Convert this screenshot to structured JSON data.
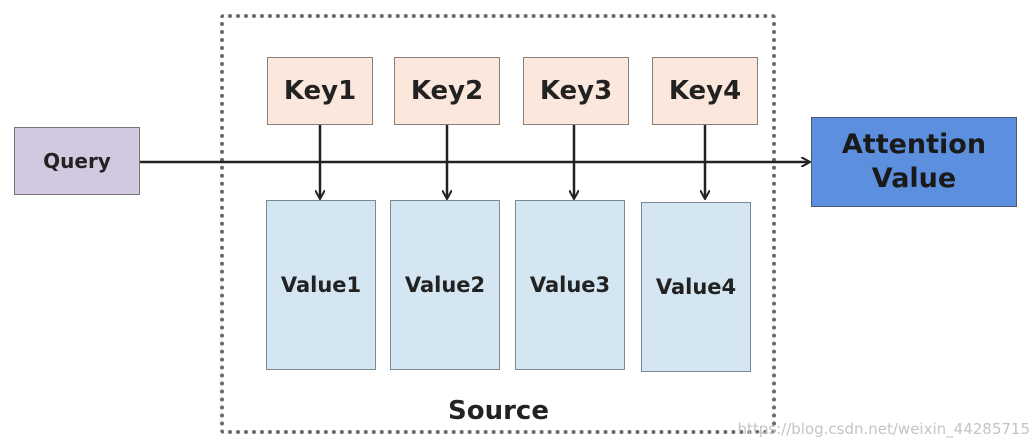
{
  "diagram": {
    "query_label": "Query",
    "keys": [
      "Key1",
      "Key2",
      "Key3",
      "Key4"
    ],
    "values": [
      "Value1",
      "Value2",
      "Value3",
      "Value4"
    ],
    "attention_label_line1": "Attention",
    "attention_label_line2": "Value",
    "source_label": "Source",
    "watermark": "https://blog.csdn.net/weixin_44285715"
  },
  "colors": {
    "query_fill": "#d2c9e0",
    "key_fill": "#fbe7dc",
    "value_fill": "#d3e6f1",
    "attention_fill": "#5c8fde",
    "line": "#222222"
  }
}
